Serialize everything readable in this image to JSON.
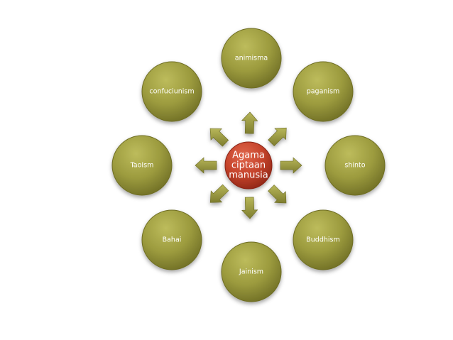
{
  "diagram": {
    "center": {
      "lines": [
        "Agama",
        "ciptaan",
        "manusia"
      ]
    },
    "nodes": [
      {
        "label": "animisma"
      },
      {
        "label": "paganism"
      },
      {
        "label": "shinto"
      },
      {
        "label": "Buddhism"
      },
      {
        "label": "Jainism"
      },
      {
        "label": "Bahai"
      },
      {
        "label": "TaoIsm"
      },
      {
        "label": "confuciunism"
      }
    ],
    "colors": {
      "node_fill": "#9b9a3c",
      "node_edge": "#6e6d24",
      "arrow_fill": "#9a9a3c",
      "center_fill": "#c0412a",
      "background": "#ffffff"
    }
  }
}
